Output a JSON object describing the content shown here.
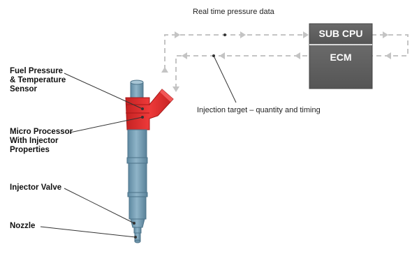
{
  "labels": {
    "fuel_sensor": [
      "Fuel Pressure",
      "& Temperature",
      "Sensor"
    ],
    "micro_processor": [
      "Micro Processor",
      "With Injector",
      "Properties"
    ],
    "injector_valve": "Injector Valve",
    "nozzle": "Nozzle"
  },
  "flows": {
    "top": "Real time pressure data",
    "bottom": "Injection target – quantity and timing"
  },
  "boxes": {
    "sub_cpu": "SUB CPU",
    "ecm": "ECM"
  },
  "colors": {
    "injector_body": "#7fa6bb",
    "injector_shade": "#5f8aa2",
    "injector_dark": "#456f87",
    "housing_red": "#e52d2d",
    "housing_dark": "#b81d1d",
    "box_fill": "#5e5e5e",
    "box_dark": "#4a4a4a",
    "dashed": "#c2c2c2"
  }
}
